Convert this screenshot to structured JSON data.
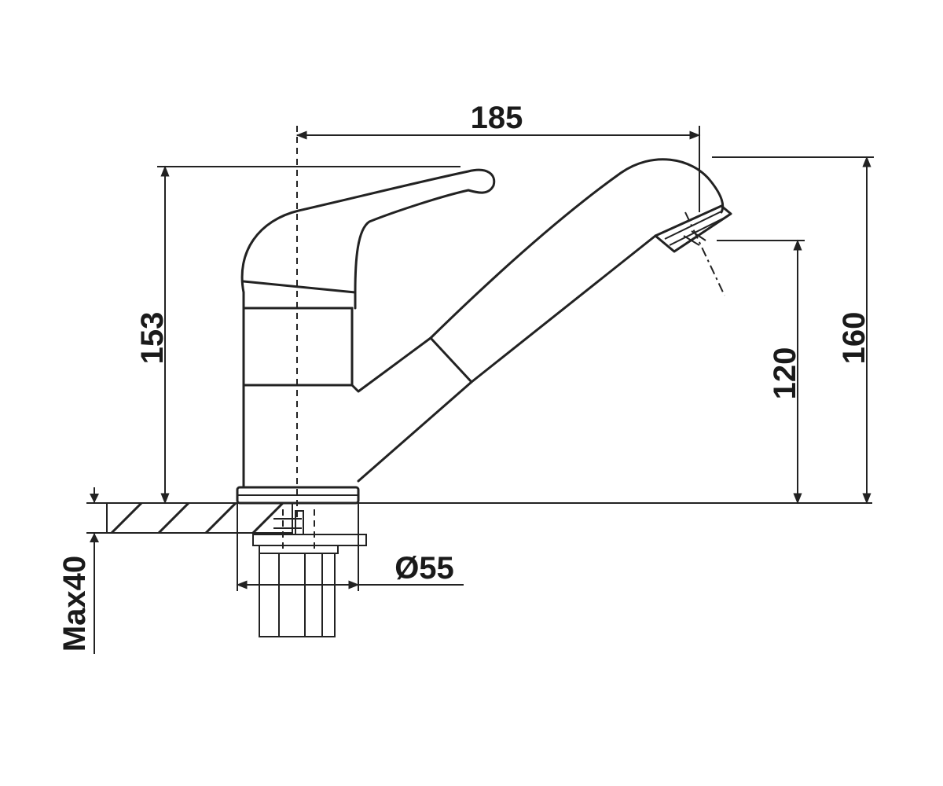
{
  "dimensions": {
    "spout_reach": "185",
    "lever_height": "153",
    "outlet_height": "120",
    "total_height": "160",
    "base_diameter": "Ø55",
    "max_mount": "Max40"
  }
}
